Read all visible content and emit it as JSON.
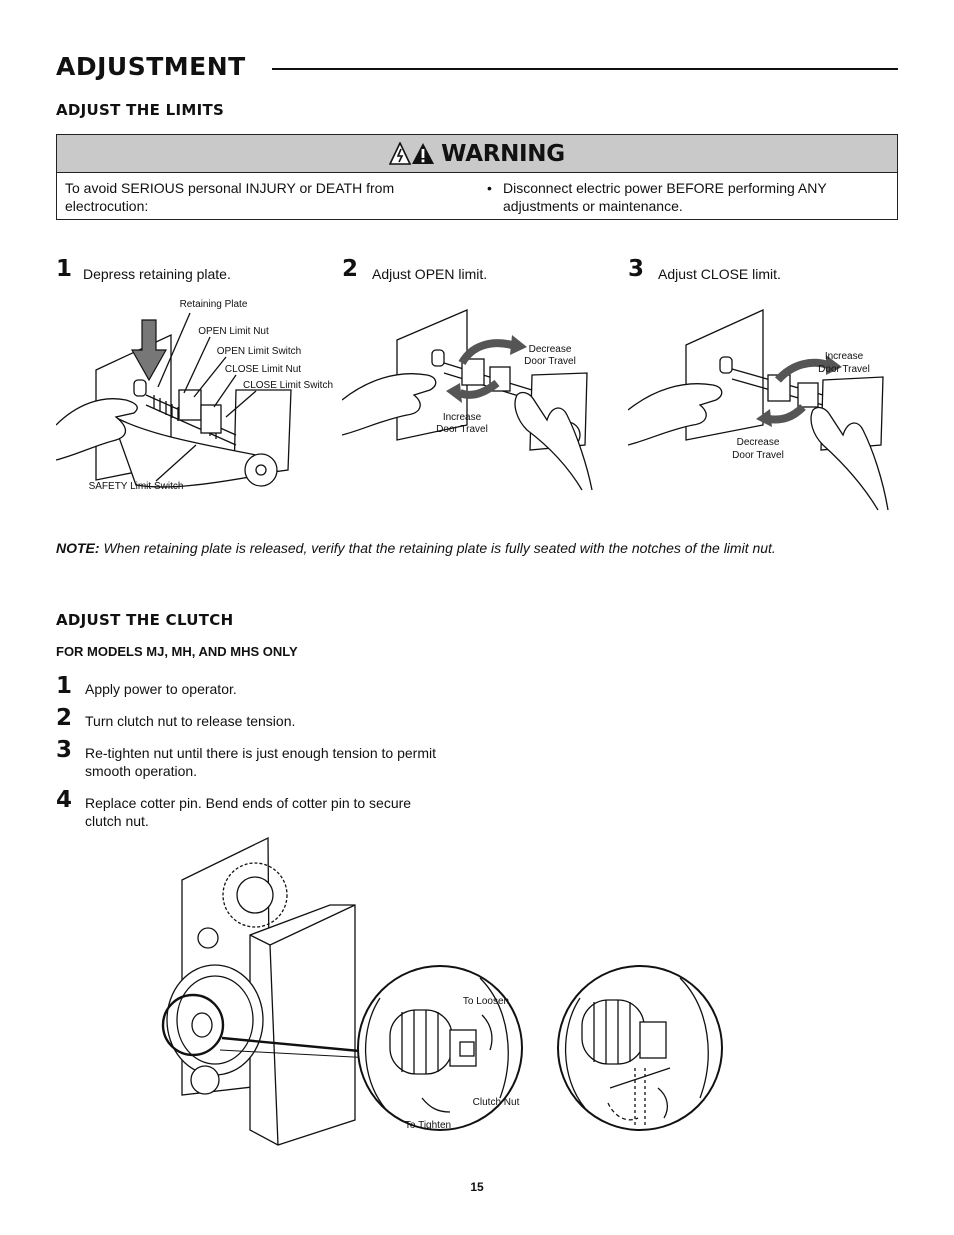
{
  "page_title": "ADJUSTMENT",
  "limits": {
    "heading": "ADJUST THE LIMITS",
    "warning": {
      "title": "WARNING",
      "left_text": "To avoid SERIOUS personal INJURY or DEATH from electrocution:",
      "bullet": "•",
      "right_text": "Disconnect electric power BEFORE performing ANY adjustments or maintenance."
    },
    "steps": [
      {
        "num": "1",
        "text": "Depress retaining plate."
      },
      {
        "num": "2",
        "text": "Adjust OPEN limit."
      },
      {
        "num": "3",
        "text": "Adjust CLOSE limit."
      }
    ],
    "fig1_labels": {
      "retaining_plate": "Retaining Plate",
      "open_limit_nut": "OPEN Limit Nut",
      "open_limit_switch": "OPEN Limit Switch",
      "close_limit_nut": "CLOSE Limit Nut",
      "close_limit_switch": "CLOSE Limit Switch",
      "safety_limit_switch": "SAFETY Limit Switch"
    },
    "fig2_labels": {
      "decrease_1": "Decrease",
      "decrease_2": "Door Travel",
      "increase_1": "Increase",
      "increase_2": "Door Travel"
    },
    "fig3_labels": {
      "increase_1": "Increase",
      "increase_2": "Door Travel",
      "decrease_1": "Decrease",
      "decrease_2": "Door Travel"
    },
    "note_label": "NOTE:",
    "note_text": "When retaining plate is released, verify that the retaining plate is fully seated with the notches of the limit nut."
  },
  "clutch": {
    "heading": "ADJUST THE CLUTCH",
    "subheading": "FOR MODELS MJ, MH, AND MHS ONLY",
    "steps": [
      {
        "num": "1",
        "text": "Apply power to operator."
      },
      {
        "num": "2",
        "text": "Turn clutch nut to release tension."
      },
      {
        "num": "3",
        "text": "Re-tighten nut until there is just enough tension to permit smooth operation."
      },
      {
        "num": "4",
        "text": "Replace cotter pin. Bend ends of cotter pin to secure clutch nut."
      }
    ],
    "fig_labels": {
      "to_loosen": "To Loosen",
      "clutch_nut": "Clutch Nut",
      "to_tighten": "To Tighten"
    }
  },
  "page_number": "15"
}
